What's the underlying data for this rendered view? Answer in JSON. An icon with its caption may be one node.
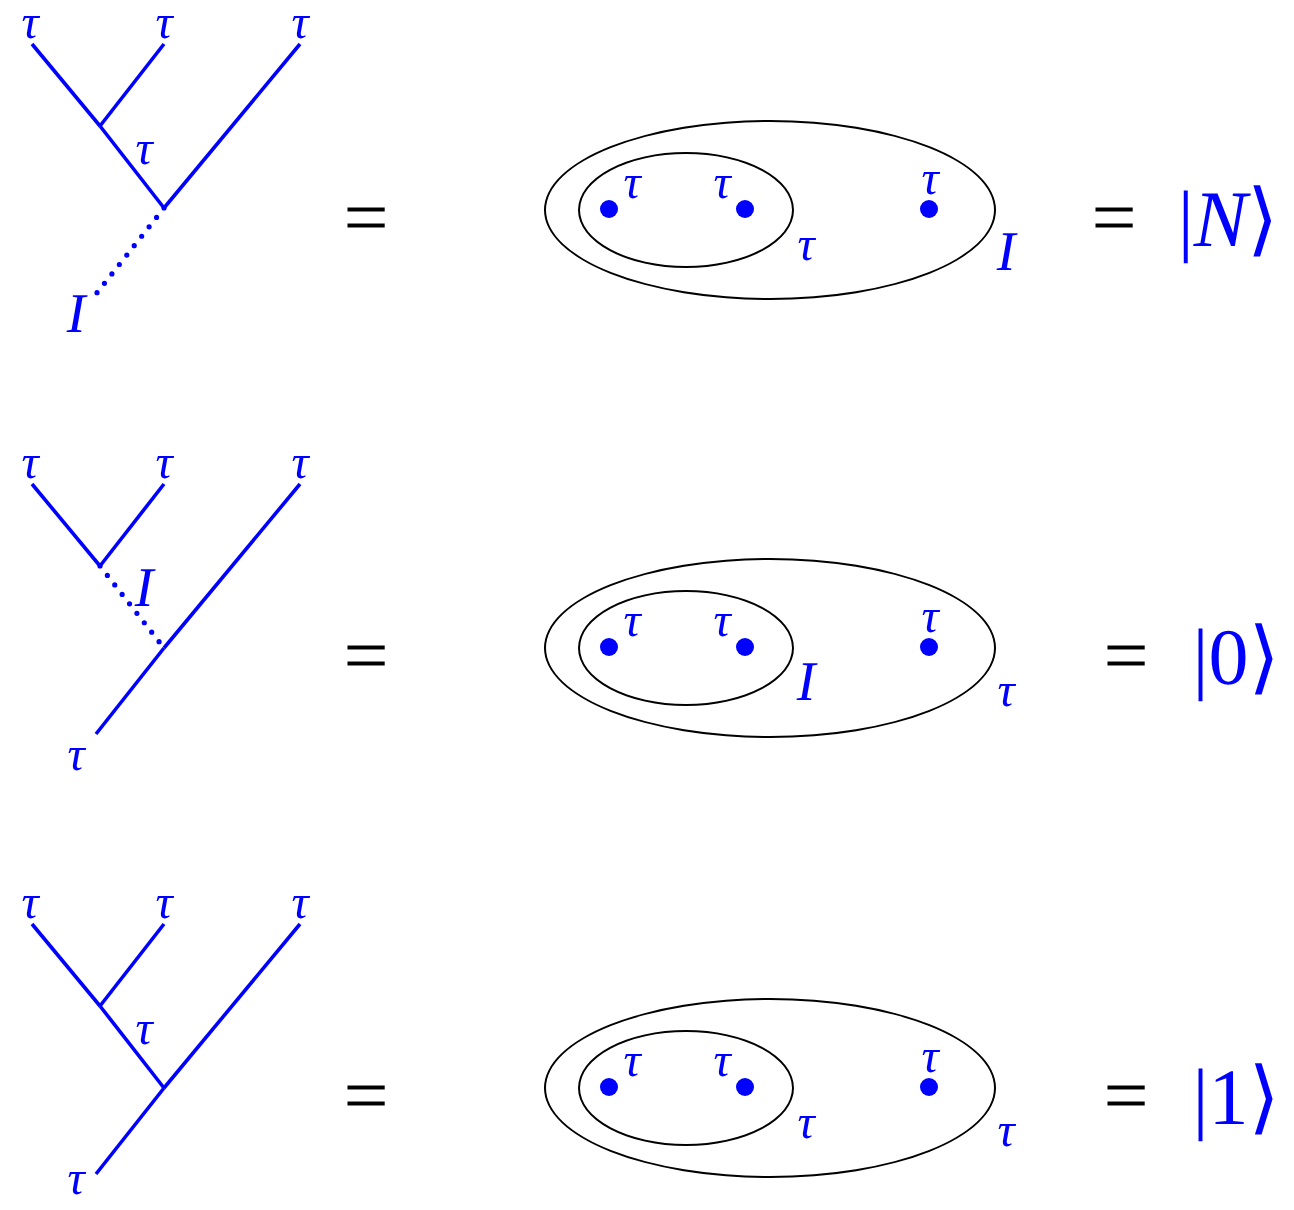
{
  "diagram": {
    "nodes": [
      {
        "text": [],
        "shape": "ellipse",
        "beside": [
          "I"
        ]
      },
      {
        "text": [],
        "shape": "ellipse",
        "in": 0,
        "beside": [
          "τ"
        ]
      },
      {
        "text": [],
        "shape": "circle",
        "in": 1,
        "beside": [
          "τ"
        ]
      },
      {
        "text": [],
        "shape": "circle",
        "in": 1,
        "beside": [
          "τ"
        ]
      },
      {
        "text": [],
        "shape": "circle",
        "in": 0,
        "beside": [
          "τ"
        ]
      },
      {
        "text": [],
        "shape": "ellipse",
        "beside": [
          "τ"
        ]
      },
      {
        "text": [],
        "shape": "ellipse",
        "in": 5,
        "beside": [
          "I"
        ]
      },
      {
        "text": [],
        "shape": "circle",
        "in": 6,
        "beside": [
          "τ"
        ]
      },
      {
        "text": [],
        "shape": "circle",
        "in": 6,
        "beside": [
          "τ"
        ]
      },
      {
        "text": [],
        "shape": "circle",
        "in": 5,
        "beside": [
          "τ"
        ]
      },
      {
        "text": [],
        "shape": "ellipse",
        "beside": [
          "τ"
        ]
      },
      {
        "text": [],
        "shape": "ellipse",
        "in": 10,
        "beside": [
          "τ"
        ]
      },
      {
        "text": [],
        "shape": "circle",
        "in": 11,
        "beside": [
          "τ"
        ]
      },
      {
        "text": [],
        "shape": "circle",
        "in": 11,
        "beside": [
          "τ"
        ]
      },
      {
        "text": [],
        "shape": "circle",
        "in": 10,
        "beside": [
          "τ"
        ]
      }
    ],
    "labels": [
      "τ",
      "τ",
      "τ",
      "τ",
      "I",
      "=",
      "=",
      "|*N*⟩",
      "τ",
      "τ",
      "τ",
      "I",
      "τ",
      "=",
      "=",
      "|0⟩",
      "τ",
      "τ",
      "τ",
      "τ",
      "τ",
      "=",
      "=",
      "|1⟩"
    ]
  }
}
